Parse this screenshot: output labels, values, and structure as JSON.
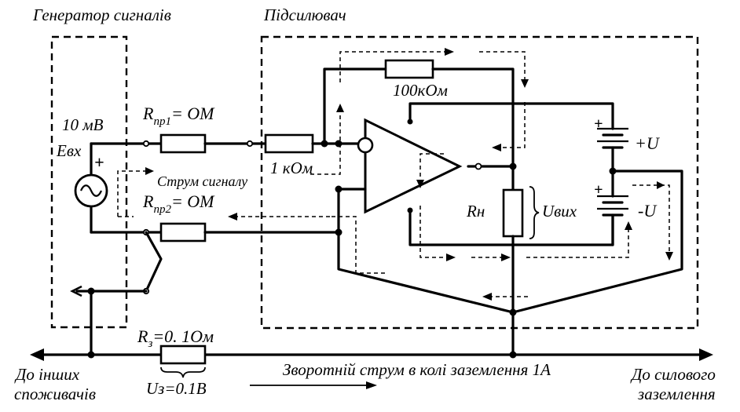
{
  "labels": {
    "generator_title": "Генератор сигналів",
    "amplifier_title": "Підсилювач",
    "source_voltage": "10 мВ",
    "source_name": "Eвх",
    "source_plus": "+",
    "r_wire1_main": "R",
    "r_wire1_sub": "пр1",
    "r_wire1_value": "=   ОМ",
    "r_wire2_main": "R",
    "r_wire2_sub": "пр2",
    "r_wire2_value": "=   ОМ",
    "signal_current": "Струм сигналу",
    "r_input": "1 кОм",
    "r_feedback": "100кОм",
    "r_load": "Rн",
    "u_out": "Uвих",
    "supply_plus_sign": "+",
    "supply_plus": "+U",
    "supply_minus_sign": "+",
    "supply_minus": "-U",
    "r_ground_main": "R",
    "r_ground_sub": "з",
    "r_ground_value": "=0.  1Ом",
    "u_ground": "Uз=0.1В",
    "return_current": "Зворотній струм в колі заземлення 1А",
    "to_other_line1": "До інших",
    "to_other_line2": "споживачів",
    "to_power_line1": "До силового",
    "to_power_line2": "заземлення"
  }
}
